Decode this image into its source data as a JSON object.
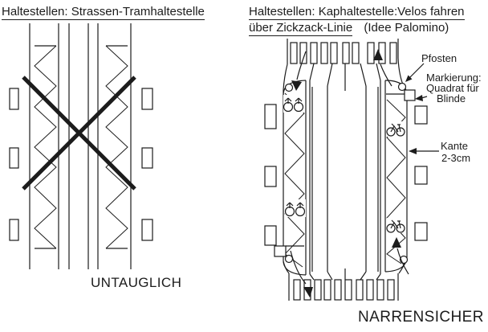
{
  "left_panel": {
    "title": "Haltestellen: Strassen-Tramhaltestelle",
    "caption": "UNTAUGLICH"
  },
  "right_panel": {
    "title_line1": "Haltestellen: Kaphaltestelle:Velos fahren",
    "title_line2_underlined": "über Zickzack-Linie",
    "title_line2_note": "(Idee Palomino)",
    "caption": "NARRENSICHER",
    "labels": {
      "pfosten": "Pfosten",
      "markierung_line1": "Markierung:",
      "markierung_line2": "Quadrat für",
      "markierung_line3": "Blinde",
      "kante_line1": "Kante",
      "kante_line2": "2-3cm"
    }
  },
  "colors": {
    "ink": "#1c1c1c",
    "background": "#ffffff"
  }
}
